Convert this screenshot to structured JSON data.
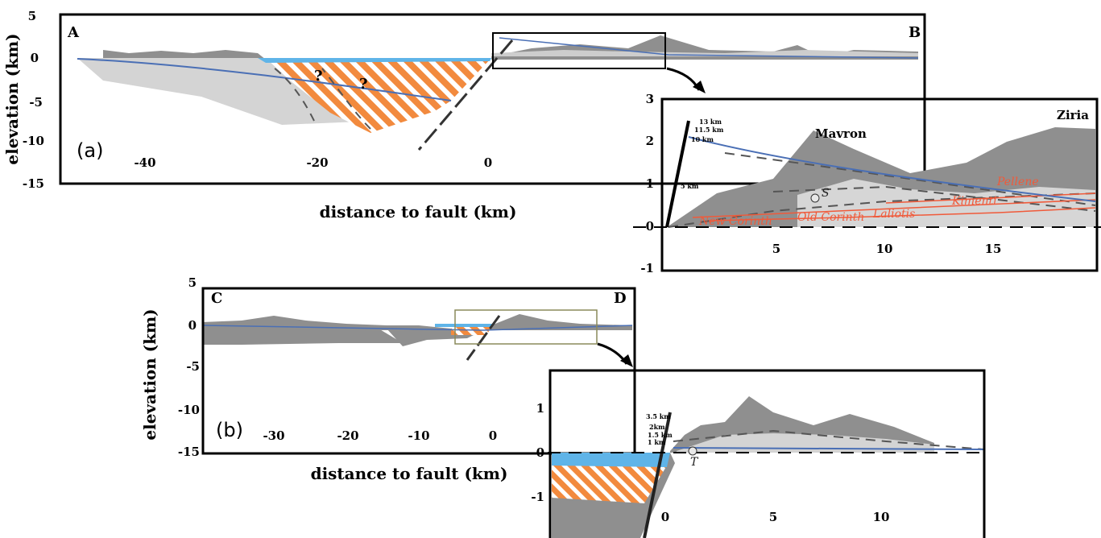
{
  "panel_a": {
    "label": "(a)",
    "corner_left": "A",
    "corner_right": "B",
    "ylabel": "elevation (km)",
    "xlabel": "distance to fault (km)",
    "y_ticks": [
      "5",
      "0",
      "-5",
      "-10",
      "-15"
    ],
    "x_ticks": [
      "-40",
      "-20",
      "0"
    ],
    "question_marks": [
      "?",
      "?"
    ]
  },
  "inset_a": {
    "y_ticks": [
      "3",
      "2",
      "1",
      "0",
      "-1"
    ],
    "x_ticks": [
      "5",
      "10",
      "15"
    ],
    "places": [
      "Mavron",
      "Ziria"
    ],
    "units": [
      "Pellene",
      "Kimenti",
      "Laliotis",
      "Old Corinth",
      "New Corinth"
    ],
    "depth_labels": [
      "13 km",
      "11.5 km",
      "10 km",
      "5 km"
    ],
    "site": "S"
  },
  "panel_b": {
    "label": "(b)",
    "corner_left": "C",
    "corner_right": "D",
    "ylabel": "elevation (km)",
    "xlabel": "distance to fault (km)",
    "y_ticks": [
      "5",
      "0",
      "-5",
      "-10",
      "-15"
    ],
    "x_ticks": [
      "-30",
      "-20",
      "-10",
      "0"
    ]
  },
  "inset_b": {
    "y_ticks": [
      "1",
      "0",
      "-1"
    ],
    "x_ticks": [
      "0",
      "5",
      "10"
    ],
    "depth_labels": [
      "3.5 km",
      "2km",
      "1.5 km",
      "1 km"
    ],
    "site": "T"
  },
  "colors": {
    "water": "#5fb4e8",
    "sediment": "#f28a3e",
    "basement": "#8f8f8f",
    "basement_light": "#d4d4d4",
    "fault_line": "#4a6fb5",
    "unit_red": "#f05a3a"
  }
}
